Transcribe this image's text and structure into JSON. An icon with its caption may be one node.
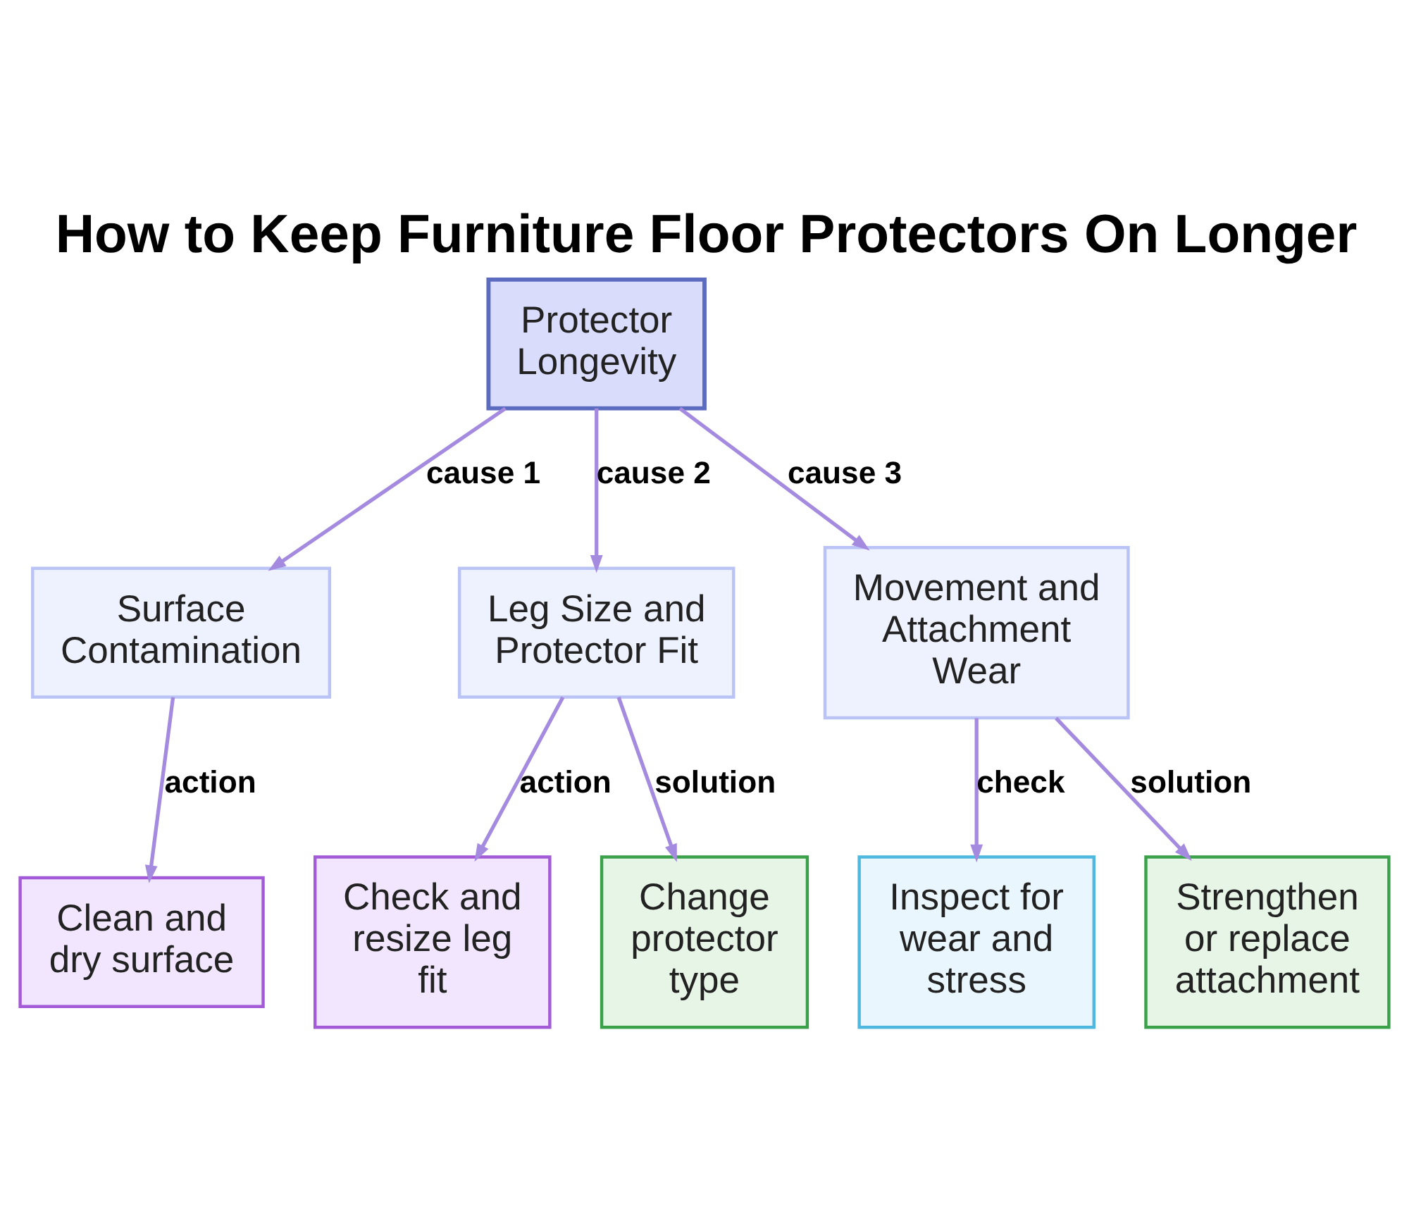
{
  "diagram": {
    "title": "How to Keep Furniture Floor Protectors On Longer",
    "nodes": [
      {
        "text": [
          "Protector Longevity"
        ]
      },
      {
        "text": [
          "Surface Contamination"
        ]
      },
      {
        "text": [
          "Leg Size and Protector Fit"
        ]
      },
      {
        "text": [
          "Movement and Attachment Wear"
        ]
      },
      {
        "text": [
          "Clean and dry surface"
        ]
      },
      {
        "text": [
          "Check and resize leg fit"
        ]
      },
      {
        "text": [
          "Change protector type"
        ]
      },
      {
        "text": [
          "Inspect for wear and stress"
        ]
      },
      {
        "text": [
          "Strengthen or replace attachment"
        ]
      }
    ],
    "edges": [
      {
        "from": 0,
        "to": 1,
        "arrow": "to",
        "label": "cause 1"
      },
      {
        "from": 0,
        "to": 2,
        "arrow": "to",
        "label": "cause 2"
      },
      {
        "from": 0,
        "to": 3,
        "arrow": "to",
        "label": "cause 3"
      },
      {
        "from": 1,
        "to": 4,
        "arrow": "to",
        "label": "action"
      },
      {
        "from": 2,
        "to": 5,
        "arrow": "to",
        "label": "action"
      },
      {
        "from": 2,
        "to": 6,
        "arrow": "to",
        "label": "solution"
      },
      {
        "from": 3,
        "to": 7,
        "arrow": "to",
        "label": "check"
      },
      {
        "from": 3,
        "to": 8,
        "arrow": "to",
        "label": "solution"
      }
    ]
  }
}
